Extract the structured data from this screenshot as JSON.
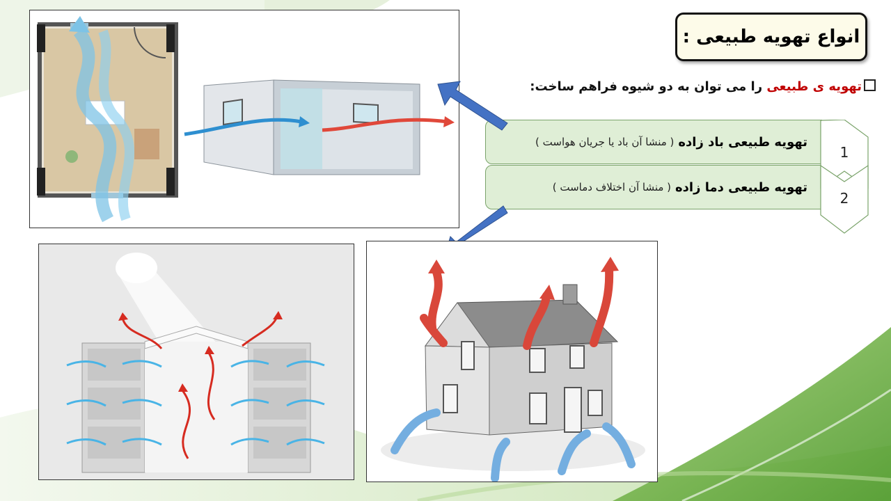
{
  "slide": {
    "title": "انواع تهویه طبیعی :",
    "intro": {
      "highlight": "تهویه ی طبیعی",
      "rest": " را می توان به دو شیوه فراهم ساخت:"
    },
    "items": [
      {
        "number": "1",
        "bold": "تهویه طبیعی باد زاده",
        "note": "( منشا آن باد یا جریان هواست )"
      },
      {
        "number": "2",
        "bold": "تهویه طبیعی دما زاده",
        "note": "( منشا آن اختلاف دماست )"
      }
    ]
  },
  "colors": {
    "accent_red": "#c00000",
    "row_fill": "#dfeed6",
    "arrow_blue": "#4472c4"
  },
  "images": [
    "floor-plan-airflow",
    "cross-ventilation-room",
    "atrium-stack-ventilation",
    "house-stack-ventilation"
  ]
}
